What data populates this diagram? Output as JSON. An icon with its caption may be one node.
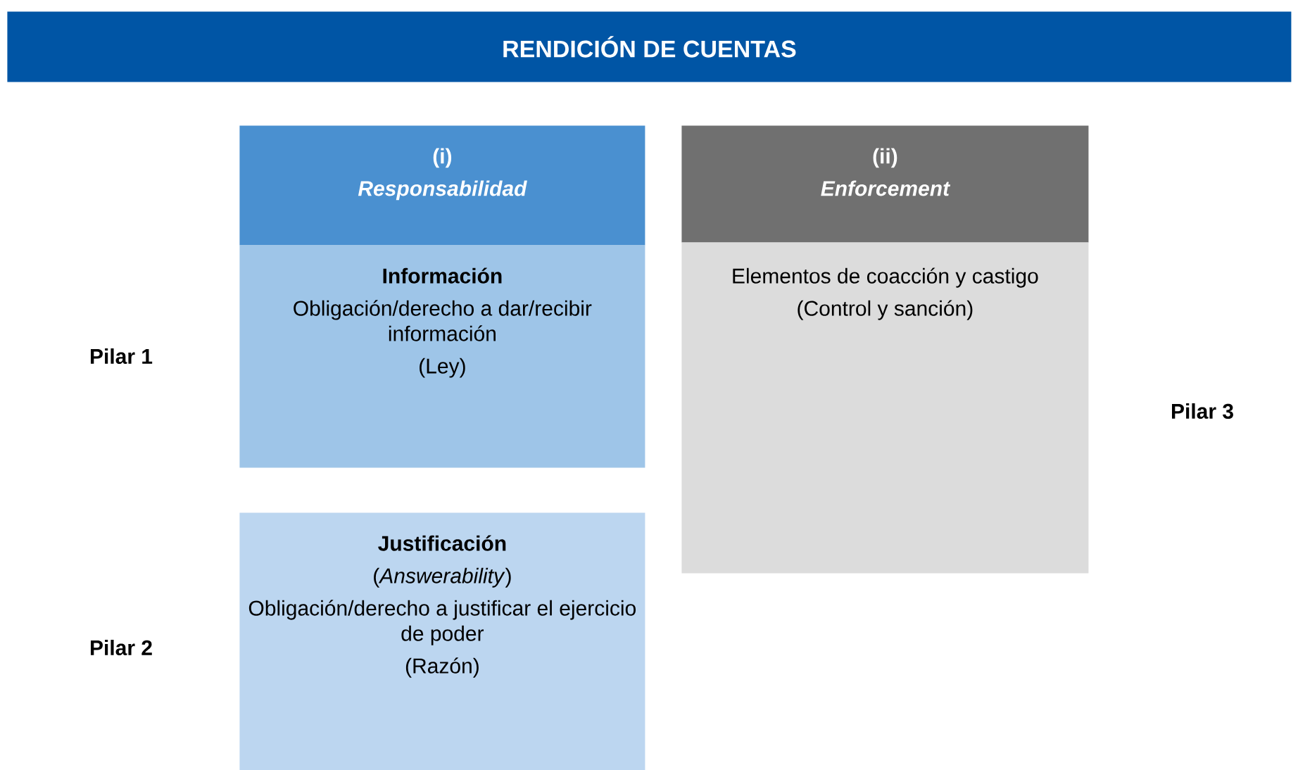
{
  "diagram": {
    "title": "RENDICIÓN DE CUENTAS",
    "nodes": [
      {
        "text": [
          "(i)",
          "Responsabilidad"
        ]
      },
      {
        "text": [
          "Información",
          "Obligación/derecho a dar/recibir información",
          "(Ley)"
        ]
      },
      {
        "text": [
          "Justificación",
          "(*Answerability*)",
          "Obligación/derecho a justificar el ejercicio de poder",
          "(Razón)"
        ]
      },
      {
        "text": [
          "(ii)",
          "Enforcement"
        ]
      },
      {
        "text": [
          "Elementos de coacción y castigo",
          "(Control y sanción)"
        ]
      }
    ],
    "labels": [
      "Pilar 1",
      "Pilar 2",
      "Pilar 3"
    ]
  }
}
